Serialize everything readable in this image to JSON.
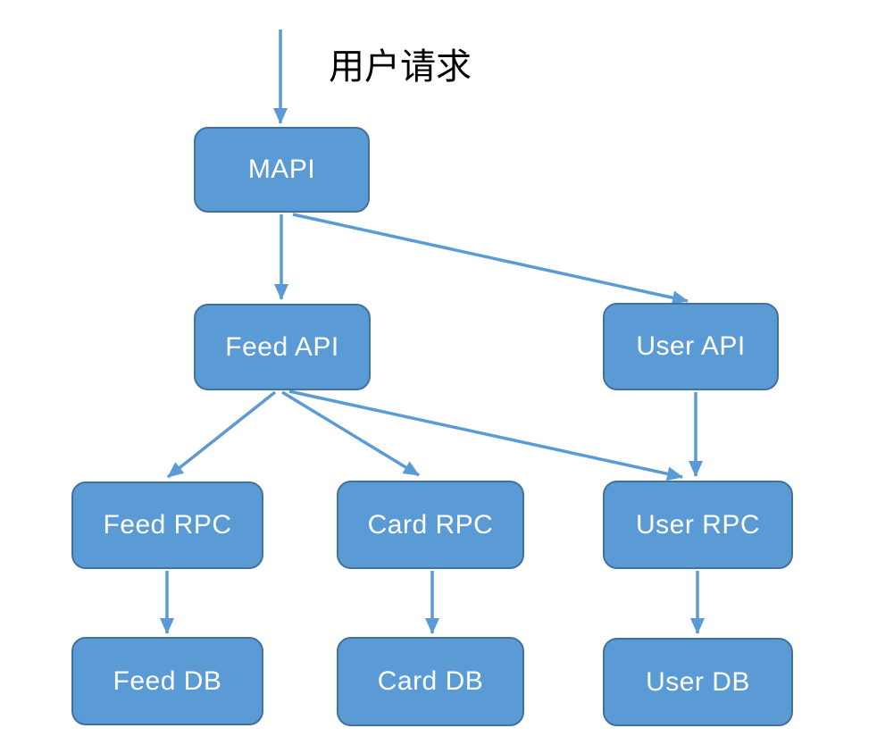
{
  "diagram": {
    "title_label": "用户请求",
    "nodes": [
      {
        "id": "mapi",
        "label": "MAPI"
      },
      {
        "id": "feed-api",
        "label": "Feed API"
      },
      {
        "id": "user-api",
        "label": "User API"
      },
      {
        "id": "feed-rpc",
        "label": "Feed RPC"
      },
      {
        "id": "card-rpc",
        "label": "Card RPC"
      },
      {
        "id": "user-rpc",
        "label": "User RPC"
      },
      {
        "id": "feed-db",
        "label": "Feed DB"
      },
      {
        "id": "card-db",
        "label": "Card DB"
      },
      {
        "id": "user-db",
        "label": "User DB"
      }
    ],
    "edges": [
      {
        "from": "user-request",
        "to": "mapi"
      },
      {
        "from": "mapi",
        "to": "feed-api"
      },
      {
        "from": "mapi",
        "to": "user-api"
      },
      {
        "from": "feed-api",
        "to": "feed-rpc"
      },
      {
        "from": "feed-api",
        "to": "card-rpc"
      },
      {
        "from": "feed-api",
        "to": "user-rpc"
      },
      {
        "from": "user-api",
        "to": "user-rpc"
      },
      {
        "from": "feed-rpc",
        "to": "feed-db"
      },
      {
        "from": "card-rpc",
        "to": "card-db"
      },
      {
        "from": "user-rpc",
        "to": "user-db"
      }
    ],
    "colors": {
      "node_fill": "#5B9BD5",
      "node_border": "#41719C",
      "arrow": "#5B9BD5",
      "node_text": "#FFFFFF",
      "title_text": "#000000",
      "background": "#FFFFFF"
    }
  }
}
